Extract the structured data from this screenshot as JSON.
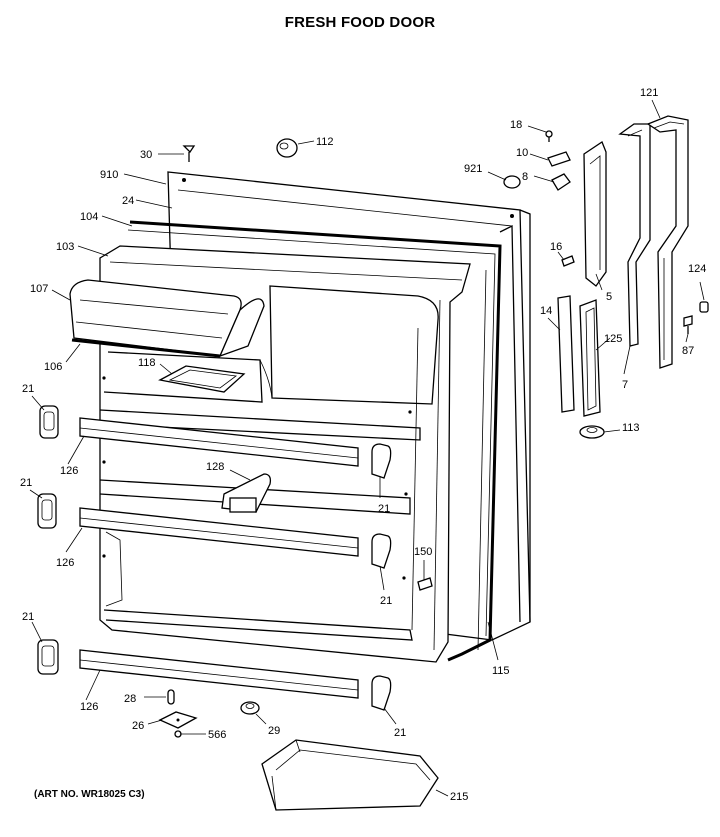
{
  "title": "FRESH FOOD DOOR",
  "art_number": "(ART NO. WR18025 C3)",
  "callouts": {
    "c30": "30",
    "c112": "112",
    "c910": "910",
    "c24": "24",
    "c104": "104",
    "c103": "103",
    "c107": "107",
    "c106": "106",
    "c118": "118",
    "c21a": "21",
    "c21b": "21",
    "c21c": "21",
    "c21d": "21",
    "c21e": "21",
    "c21f": "21",
    "c126a": "126",
    "c126b": "126",
    "c126c": "126",
    "c128": "128",
    "c150": "150",
    "c115": "115",
    "c28": "28",
    "c26": "26",
    "c566": "566",
    "c29": "29",
    "c215": "215",
    "c18": "18",
    "c10": "10",
    "c921": "921",
    "c8": "8",
    "c16": "16",
    "c5": "5",
    "c14": "14",
    "c125": "125",
    "c7": "7",
    "c113": "113",
    "c121": "121",
    "c124": "124",
    "c87": "87"
  }
}
